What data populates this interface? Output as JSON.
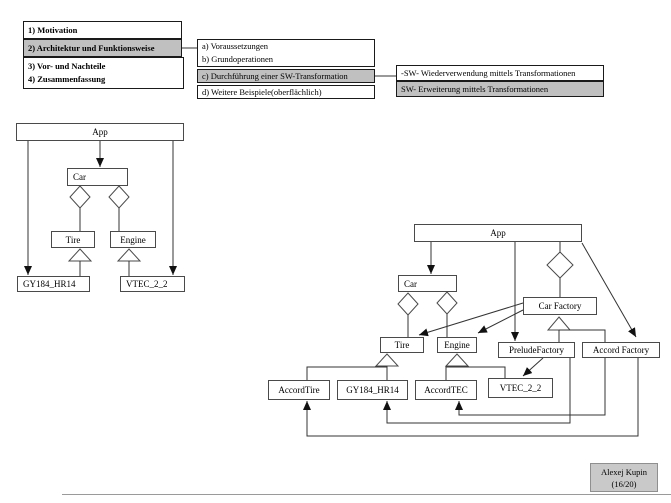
{
  "menu": {
    "item1": "1) Motivation",
    "item2": "2) Architektur und Funktionsweise",
    "item3": "3) Vor- und Nachteile",
    "item4": "4) Zusammenfassung"
  },
  "submenu": {
    "a": "a) Voraussetzungen",
    "b": "b) Grundoperationen",
    "c": "c) Durchführung einer SW-Transformation",
    "d": "d) Weitere Beispiele(oberflächlich)"
  },
  "topics": {
    "reuse": "-SW- Wiederverwendung  mittels Transformationen",
    "extension": "SW- Erweiterung mittels Transformationen"
  },
  "diagram_left": {
    "app": "App",
    "car": "Car",
    "tire": "Tire",
    "engine": "Engine",
    "tire_impl": "GY184_HR14",
    "engine_impl": "VTEC_2_2"
  },
  "diagram_right": {
    "app": "App",
    "car": "Car",
    "car_factory": "Car Factory",
    "tire": "Tire",
    "engine": "Engine",
    "prelude_factory": "PreludeFactory",
    "accord_factory": "Accord Factory",
    "accord_tire": "AccordTire",
    "prelude_tire": "GY184_HR14",
    "accord_engine": "AccordTEC",
    "prelude_engine": "VTEC_2_2"
  },
  "footer": {
    "author": "Alexej Kupin",
    "page": "(16/20)"
  },
  "colors": {
    "highlight_gray": "#c0c0c0",
    "footer_gray": "#c9c9c9",
    "line_black": "#1f1f1f",
    "node_border_gray": "#4a4a4a"
  }
}
